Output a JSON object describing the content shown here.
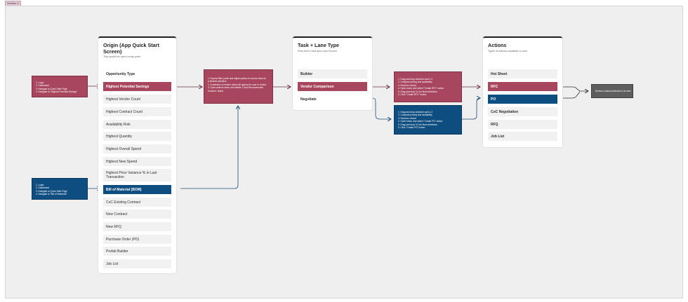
{
  "section_label": "Section 2",
  "origin": {
    "title": "Origin (App Quick Start Screen)",
    "subtitle": "This would be user's entry point",
    "header_row": "Opportunity Type",
    "rows": [
      "Highest Potential Savings",
      "Highest Vendor Count",
      "Highest Contract Count",
      "Availability Risk",
      "Highest Quantity",
      "Highest Overall Spend",
      "Highest New Spend",
      "Highest Price Variance % in Last Transaction",
      "Bill of Material (BOM)",
      "CoC Existing Contract",
      "New Contract",
      "New RFQ",
      "Purchase Order (PO)",
      "Prefab Builder",
      "Job List"
    ]
  },
  "task": {
    "title": "Task + Lane Type",
    "subtitle": "Flow from Card and Lane Screen",
    "rows": [
      "Builder",
      "Vendor Comparison",
      "Negotiate"
    ]
  },
  "actions": {
    "title": "Actions",
    "subtitle": "Types of actions available to user",
    "rows": [
      "Hot Sheet",
      "RFC",
      "PO",
      "CoC Negotiation",
      "RFQ",
      "Job List"
    ]
  },
  "notes": {
    "login_savings": [
      "1. Login",
      "2. Dashboard",
      "3. Navigate to Quick Start Page",
      "4. Navigate to \"Highest Potential Savings\""
    ],
    "login_bom": [
      "1. Login",
      "2. Dashboard",
      "3. Navigate to Quick Start Page",
      "4. Navigate to \"Bill of Materials\""
    ],
    "filter_panel": [
      "1. Expand filter panel and adjust options to narrow down to",
      "    a desired selection",
      "2. A selection of vendor cards will appear for user to review",
      "",
      "3. Open actions menu and initiate \"Load Recommended",
      "    Vendors\" action"
    ],
    "rfc_flow": [
      "1. Drag and drop selected card 1-2",
      "2. Compare pricing and availability",
      "3. Remove vendor",
      "4. Open menu and select \"Create RFC\" action",
      "5. Drag and drop 3-4 for final selections",
      "6. Click \"Create RFC\" button"
    ],
    "po_flow": [
      "1. Drag and drop selected card 1-2",
      "2. Compare pricing and availability",
      "3. Remove vendor",
      "4. Open menu and select \"Create PO\" action",
      "5. Drag and drop 3-4 for final selections",
      "6. Click \"Create PO\" button"
    ],
    "review_contract": [
      "Review contract selected to be sent"
    ]
  },
  "colors": {
    "red": "#a8465e",
    "blue": "#0e4d80",
    "dark": "#5e5e5e",
    "wire": "#6a2c3c"
  }
}
